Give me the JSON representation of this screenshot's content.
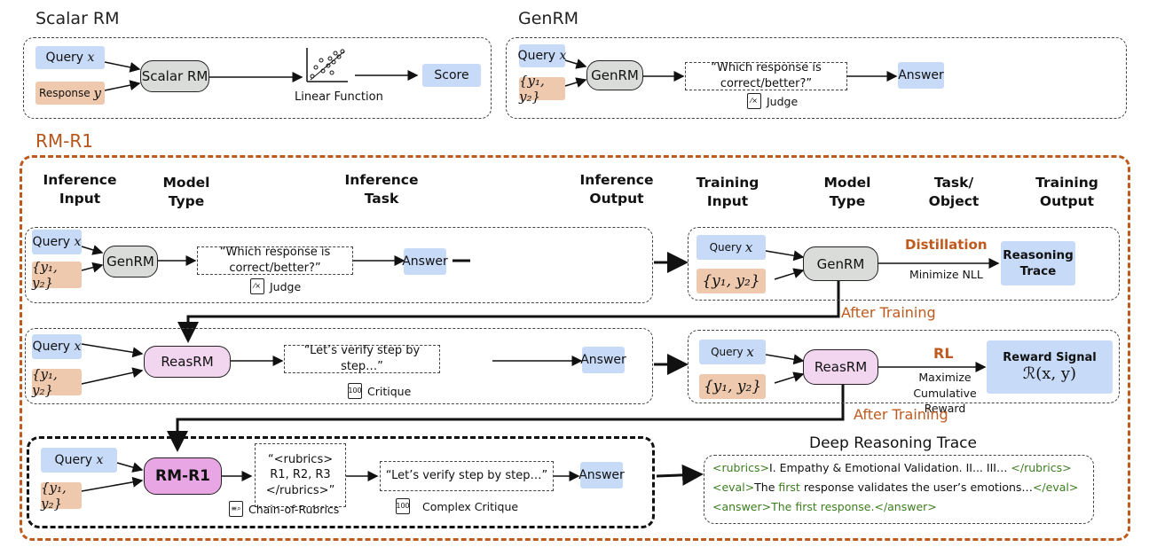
{
  "scalar_rm": {
    "title": "Scalar RM",
    "query": "Query",
    "query_var": "x",
    "response": "Response",
    "response_var": "y",
    "model": "Scalar RM",
    "linear_function": "Linear Function",
    "output": "Score"
  },
  "genrm_top": {
    "title": "GenRM",
    "query": "Query",
    "query_var": "x",
    "pair": "{y₁, y₂}",
    "model": "GenRM",
    "task": "“Which response is correct/better?”",
    "task_label": "Judge",
    "output": "Answer"
  },
  "rm_r1": {
    "title": "RM-R1",
    "headers": {
      "inference_input": [
        "Inference",
        "Input"
      ],
      "model_type": [
        "Model",
        "Type"
      ],
      "inference_task": [
        "Inference",
        "Task"
      ],
      "inference_output": [
        "Inference",
        "Output"
      ],
      "training_input": [
        "Training",
        "Input"
      ],
      "training_model_type": [
        "Model",
        "Type"
      ],
      "task_object": [
        "Task/",
        "Object"
      ],
      "training_output": [
        "Training",
        "Output"
      ]
    },
    "row1": {
      "query": "Query",
      "query_var": "x",
      "pair": "{y₁, y₂}",
      "model": "GenRM",
      "task": "“Which response is correct/better?”",
      "task_label": "Judge",
      "output": "Answer",
      "train_query": "Query",
      "train_pair": "{y₁, y₂}",
      "train_model": "GenRM",
      "method": "Distillation",
      "objective": "Minimize NLL",
      "train_output": [
        "Reasoning",
        "Trace"
      ],
      "after_training": "After Training"
    },
    "row2": {
      "query": "Query",
      "query_var": "x",
      "pair": "{y₁, y₂}",
      "model": "ReasRM",
      "task": "“Let’s verify step by step…”",
      "task_label": "Critique",
      "output": "Answer",
      "train_query": "Query",
      "train_pair": "{y₁, y₂}",
      "train_model": "ReasRM",
      "method": "RL",
      "objective": [
        "Maximize",
        "Cumulative Reward"
      ],
      "train_output_title": "Reward Signal",
      "train_output_formula": "ℛ(x, y)",
      "after_training": "After Training"
    },
    "row3": {
      "query": "Query",
      "query_var": "x",
      "pair": "{y₁, y₂}",
      "model": "RM-R1",
      "rubrics": [
        "“<rubrics>",
        "R1, R2, R3",
        "</rubrics>”"
      ],
      "rubrics_label": "Chain-of-Rubrics",
      "task": "“Let’s verify step by step…”",
      "task_label": "Complex Critique",
      "output": "Answer"
    },
    "deep_trace": {
      "title": "Deep Reasoning Trace",
      "line1_open": "<rubrics>",
      "line1_text": "I. Empathy & Emotional Validation.  II...  III… ",
      "line1_close": "</rubrics>",
      "line2_open": "<eval>",
      "line2_text_a": "The ",
      "line2_highlight": "first",
      "line2_text_b": " response validates the user’s emotions…",
      "line2_close": "</eval>",
      "line3": "<answer>The first response.</answer>"
    }
  }
}
